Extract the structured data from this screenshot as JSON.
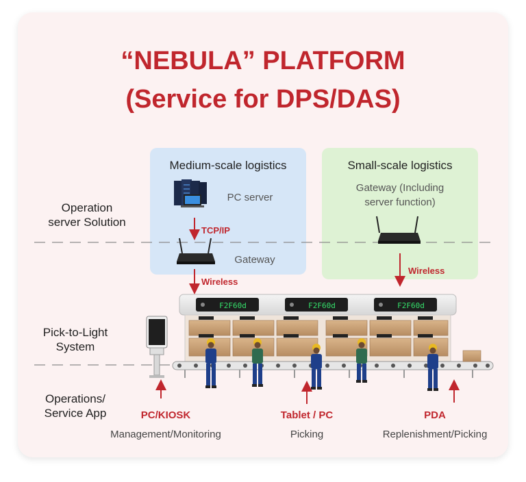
{
  "title_line1": "“NEBULA” PLATFORM",
  "title_line2": "(Service for DPS/DAS)",
  "medium": {
    "title": "Medium-scale logistics",
    "server_label": "PC server",
    "link_label": "TCP/IP",
    "gateway_label": "Gateway",
    "wireless_label": "Wireless"
  },
  "small": {
    "title": "Small-scale logistics",
    "gateway_line1": "Gateway (Including",
    "gateway_line2": "server function)",
    "wireless_label": "Wireless"
  },
  "layers": {
    "server_line1": "Operation",
    "server_line2": "server Solution",
    "ptl_line1": "Pick-to-Light",
    "ptl_line2": "System",
    "app_line1": "Operations/",
    "app_line2": "Service App"
  },
  "display_text": "F2F60d",
  "apps": [
    {
      "label": "PC/KIOSK",
      "sub": "Management/Monitoring"
    },
    {
      "label": "Tablet / PC",
      "sub": "Picking"
    },
    {
      "label": "PDA",
      "sub": "Replenishment/Picking"
    }
  ],
  "colors": {
    "accent_red": "#c0262d",
    "medium_panel": "#d6e6f7",
    "small_panel": "#def2d4",
    "display_green": "#35e06b"
  }
}
